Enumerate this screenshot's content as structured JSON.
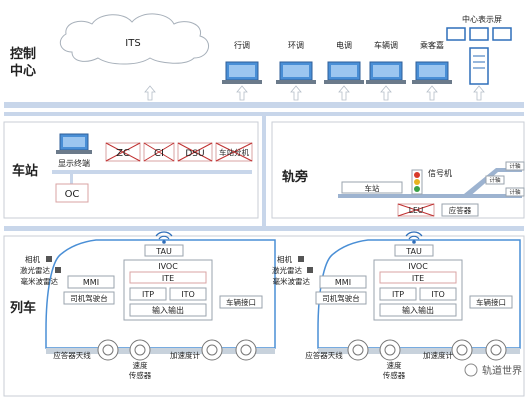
{
  "control_center": {
    "title_line1": "控制",
    "title_line2": "中心",
    "its_label": "ITS",
    "terminals": [
      "行调",
      "环调",
      "电调",
      "车辆调",
      "乘客嘉"
    ],
    "display_screen_label": "中心表示屏"
  },
  "station": {
    "title": "车站",
    "display_terminal_label": "显示终端",
    "boxes": [
      "ZC",
      "CI",
      "DSU",
      "车站分机"
    ],
    "oc_label": "OC"
  },
  "trackside": {
    "title": "轨旁",
    "signal_label": "信号机",
    "station_label": "车站",
    "switch_labels": [
      "计轴",
      "计轴",
      "计轴"
    ],
    "leu_label": "LEU",
    "balise_label": "应答器"
  },
  "train": {
    "title": "列车",
    "units": [
      {
        "tau": "TAU",
        "ivoc": "IVOC",
        "ite": "ITE",
        "itp": "ITP",
        "ito": "ITO",
        "io": "输入输出",
        "mmi": "MMI",
        "driver_console": "司机驾驶台",
        "vehicle_interface": "车辆接口",
        "sensors": [
          "相机",
          "激光雷达",
          "毫米波雷达"
        ],
        "antenna": "应答器天线",
        "speed_sensor_line1": "速度",
        "speed_sensor_line2": "传感器",
        "accelerometer": "加速度计"
      },
      {
        "tau": "TAU",
        "ivoc": "IVOC",
        "ite": "ITE",
        "itp": "ITP",
        "ito": "ITO",
        "io": "输入输出",
        "mmi": "MMI",
        "driver_console": "司机驾驶台",
        "vehicle_interface": "车辆接口",
        "sensors": [
          "相机",
          "激光雷达",
          "毫米波雷达"
        ],
        "antenna": "应答器天线",
        "speed_sensor_line1": "速度",
        "speed_sensor_line2": "传感器",
        "accelerometer": "加速度计"
      }
    ]
  },
  "watermark": "轨道世界",
  "colors": {
    "bus": "#c8d6ea",
    "panel_border": "#c8ced6",
    "red_box": "#d9a3a3",
    "monitor_blue": "#4a8fd6",
    "signal_red": "#d83a2a",
    "signal_yellow": "#e8b320",
    "signal_green": "#3aa046"
  }
}
